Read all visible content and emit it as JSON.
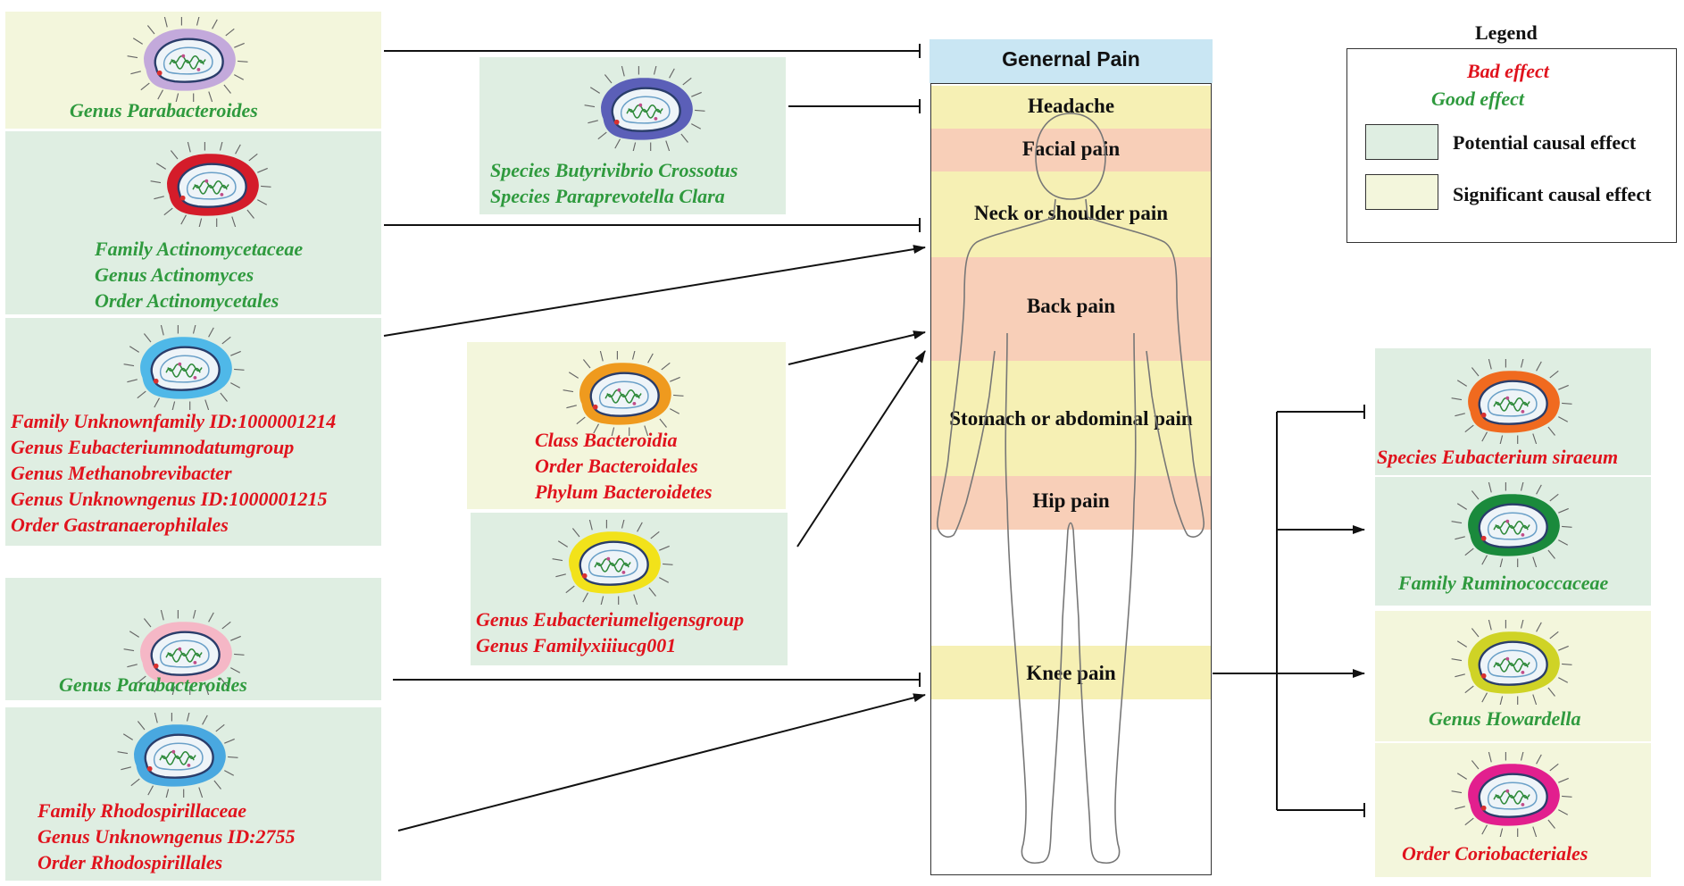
{
  "general_pain": "Genernal Pain",
  "body_regions": {
    "headache": "Headache",
    "facial": "Facial pain",
    "neck": "Neck or shoulder pain",
    "back": "Back pain",
    "stomach": "Stomach or abdominal pain",
    "hip": "Hip pain",
    "knee": "Knee pain"
  },
  "legend": {
    "title": "Legend",
    "bad": "Bad effect",
    "good": "Good effect",
    "potential": "Potential causal effect",
    "significant": "Significant causal effect"
  },
  "colors": {
    "good_text": "#2f9a3e",
    "bad_text": "#e0131d",
    "potential_bg": "#dfeee2",
    "significant_bg": "#f3f6dc",
    "red_region": "#f8cfb8",
    "yellow_region": "#f6f0b4",
    "general_pain_bg": "#c9e6f3"
  },
  "left_boxes": [
    {
      "lines": [
        "Genus Parabacteroides"
      ]
    },
    {
      "lines": [
        "Family Actinomycetaceae",
        "Genus Actinomyces",
        "Order Actinomycetales"
      ]
    },
    {
      "lines": [
        "Family Unknownfamily  ID:1000001214",
        "Genus Eubacteriumnodatumgroup",
        "Genus Methanobrevibacter",
        "Genus Unknowngenus  ID:1000001215",
        "Order Gastranaerophilales"
      ]
    },
    {
      "lines": [
        "Genus Parabacteroides"
      ]
    },
    {
      "lines": [
        "Family Rhodospirillaceae",
        "Genus Unknowngenus ID:2755",
        "Order Rhodospirillales"
      ]
    }
  ],
  "middle_boxes": [
    {
      "lines": [
        "Species Butyrivibrio Crossotus",
        "Species Paraprevotella Clara"
      ]
    },
    {
      "lines": [
        "Class Bacteroidia",
        "Order Bacteroidales",
        "Phylum Bacteroidetes"
      ]
    },
    {
      "lines": [
        "Genus Eubacteriumeligensgroup",
        "Genus Familyxiiiucg001"
      ]
    }
  ],
  "right_boxes": [
    {
      "lines": [
        "Species Eubacterium siraeum"
      ]
    },
    {
      "lines": [
        "Family Ruminococcaceae"
      ]
    },
    {
      "lines": [
        "Genus Howardella"
      ]
    },
    {
      "lines": [
        "Order Coriobacteriales"
      ]
    }
  ]
}
